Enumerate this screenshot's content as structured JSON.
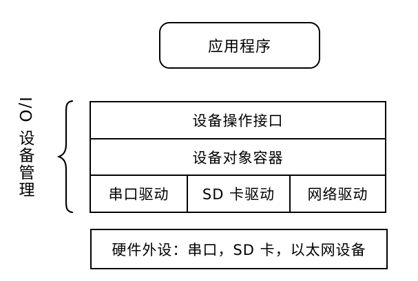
{
  "diagram": {
    "app_box": {
      "label": "应用程序"
    },
    "io_group": {
      "label": "I/O 设备管理"
    },
    "layers": [
      {
        "label": "设备操作接口"
      },
      {
        "label": "设备对象容器"
      }
    ],
    "drivers": [
      {
        "label": "串口驱动"
      },
      {
        "label": "SD 卡驱动"
      },
      {
        "label": "网络驱动"
      }
    ],
    "hardware": {
      "label": "硬件外设：串口，SD 卡，以太网设备"
    },
    "colors": {
      "border": "#000000",
      "background": "#ffffff",
      "text": "#000000"
    }
  }
}
